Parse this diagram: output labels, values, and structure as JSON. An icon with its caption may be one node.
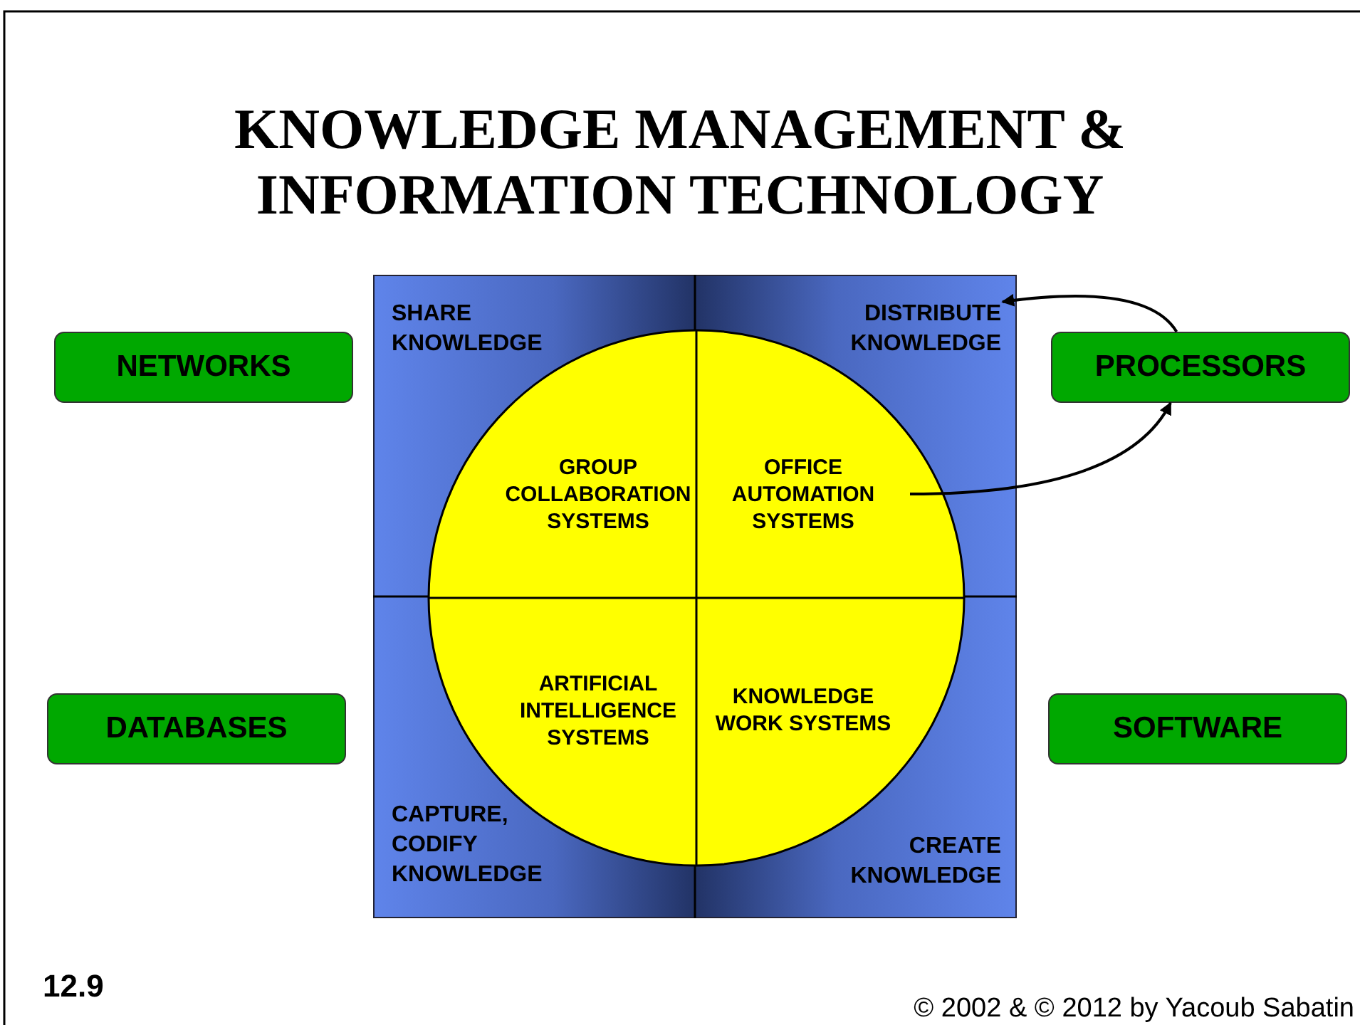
{
  "diagram": {
    "title": "KNOWLEDGE MANAGEMENT & INFORMATION TECHNOLOGY",
    "nodes": [
      {
        "text": [],
        "shape": "box"
      },
      {
        "text": [
          "SHARE KNOWLEDGE"
        ],
        "in": 0
      },
      {
        "text": [
          "DISTRIBUTE KNOWLEDGE"
        ],
        "in": 0
      },
      {
        "text": [
          "CAPTURE, CODIFY KNOWLEDGE"
        ],
        "in": 0
      },
      {
        "text": [
          "CREATE KNOWLEDGE"
        ],
        "in": 0
      },
      {
        "text": [],
        "shape": "circle",
        "in": 0
      },
      {
        "text": [
          "GROUP COLLABORATION SYSTEMS"
        ],
        "in": 5
      },
      {
        "text": [
          "OFFICE AUTOMATION SYSTEMS"
        ],
        "in": 5
      },
      {
        "text": [
          "ARTIFICIAL INTELLIGENCE SYSTEMS"
        ],
        "in": 5
      },
      {
        "text": [
          "KNOWLEDGE WORK SYSTEMS"
        ],
        "in": 5
      },
      {
        "text": [
          "NETWORKS"
        ]
      },
      {
        "text": [
          "PROCESSORS"
        ]
      },
      {
        "text": [
          "DATABASES"
        ]
      },
      {
        "text": [
          "SOFTWARE"
        ]
      }
    ],
    "edges": [
      {
        "from": 7,
        "to": 11,
        "arrow": "to"
      },
      {
        "from": 11,
        "to": 2,
        "arrow": "to"
      }
    ],
    "labels": [
      "12.9",
      "© 2002 & © 2012 by Yacoub Sabatin"
    ]
  }
}
